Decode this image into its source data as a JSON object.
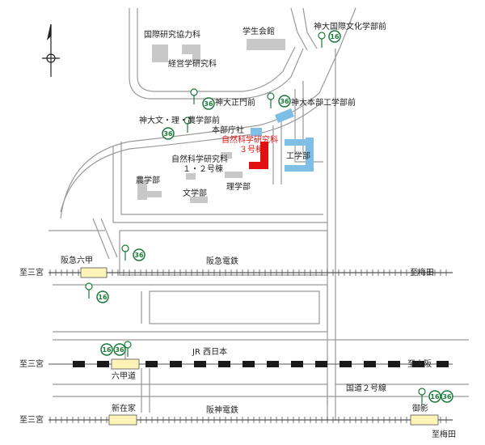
{
  "colors": {
    "road": "#9a9a9a",
    "building_gray": "#c8c8c8",
    "building_blue": "#7fbfe6",
    "building_red": "#e01010",
    "bus_green": "#1a7a3a",
    "rail": "#555555",
    "jr_dark": "#1a1a1a"
  },
  "north_arrow_icon": "north-arrow",
  "labels": {
    "kokusai": "国際研究協力科",
    "gakuseikaikan": "学生会館",
    "kokusai_bunka_mae": "神大国際文化学部前",
    "keiei": "経営学研究科",
    "seimon_mae": "神大正門前",
    "honbu_kogakubu_mae": "神大本部工学部前",
    "bun_ri_nou_mae": "神大文・理・農学部前",
    "honbu_chosha": "本部庁社",
    "shizen_3_line1": "自然科学研究科",
    "shizen_3_line2": "３号棟",
    "shizen_12_line1": "自然科学研究科",
    "shizen_12_line2": "１・２号棟",
    "kogakubu": "工学部",
    "nogakubu": "農学部",
    "bungakubu": "文学部",
    "rigakubu": "理学部",
    "hankyu_rokko": "阪急六甲",
    "hankyu_dentetsu": "阪急電鉄",
    "to_sannomiya_1": "至三宮",
    "to_umeda_1": "至梅田",
    "to_sannomiya_2": "至三宮",
    "to_osaka": "至大阪",
    "jr_nishinihon": "JR 西日本",
    "rokkomichi": "六甲道",
    "kokudo2": "国道２号線",
    "to_sannomiya_3": "至三宮",
    "shinzaike": "新在家",
    "hanshin_dentetsu": "阪神電鉄",
    "mikage": "御影",
    "to_umeda_2": "至梅田"
  },
  "bus": {
    "b16a": "16",
    "b36a": "36",
    "b36b": "36",
    "b36c": "36",
    "b36d": "36",
    "b16b": "16",
    "b16c": "16",
    "b36e": "36",
    "b16d": "16",
    "b36f": "36"
  }
}
